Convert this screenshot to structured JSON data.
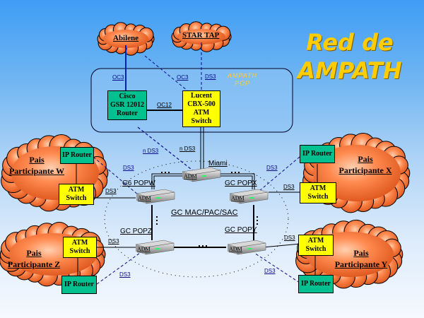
{
  "title": {
    "line1": "Red de",
    "line2": "AMPATH"
  },
  "pop_label": {
    "line1": "AMPATH",
    "line2": "POP"
  },
  "clouds": {
    "abilene": "Abilene",
    "startap": "STAR TAP"
  },
  "pop_devices": {
    "cisco": {
      "line1": "Cisco",
      "line2": "GSR 12012",
      "line3": "Router"
    },
    "lucent": {
      "line1": "Lucent",
      "line2": "CBX-500",
      "line3": "ATM",
      "line4": "Switch"
    }
  },
  "links": {
    "oc3_a": "OC3",
    "oc3_b": "OC3",
    "ds3_top": "DS3",
    "oc12": "OC12",
    "nds3_left": "n DS3",
    "nds3_right": "n DS3",
    "ds3": "DS3"
  },
  "countries": {
    "w": {
      "line1": "Pais",
      "line2": "Participante  W"
    },
    "x": {
      "line1": "Pais",
      "line2": "Participante  X"
    },
    "y": {
      "line1": "Pais",
      "line2": "Participante  Y"
    },
    "z": {
      "line1": "Pais",
      "line2": "Participante  Z"
    }
  },
  "devices": {
    "ip_router": "IP Router",
    "atm_line1": "ATM",
    "atm_line2": "Switch",
    "adm": "ADM"
  },
  "gc": {
    "miami": "Miami",
    "popw": "G6 POPW",
    "popx": "GC POPX",
    "popz": "GC POPZ",
    "popy": "GC POPY",
    "ring": "GC MAC/PAC/SAC",
    "dots": "..."
  },
  "colors": {
    "cloud": "#ff7f3f",
    "router": "#00c090",
    "switch": "#ffff00",
    "title": "#ffcc00",
    "link": "#0a0a8a"
  }
}
